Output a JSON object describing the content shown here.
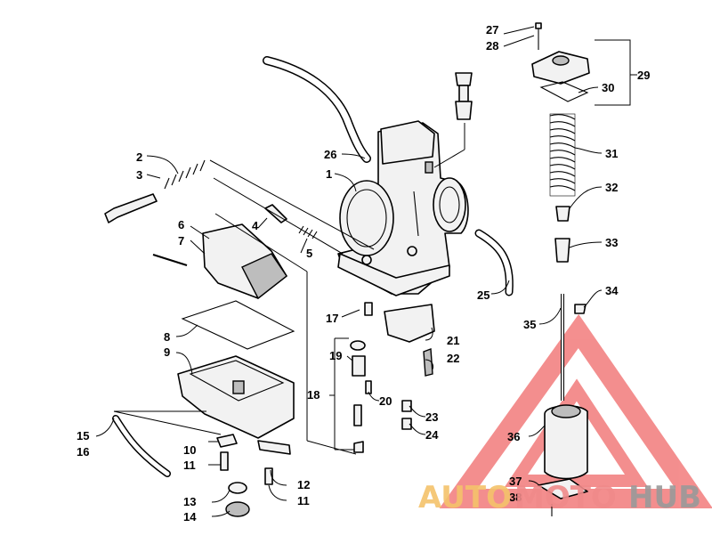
{
  "labels": {
    "1": "1",
    "2": "2",
    "3": "3",
    "4": "4",
    "5": "5",
    "6": "6",
    "7": "7",
    "8": "8",
    "9": "9",
    "10": "10",
    "11": "11",
    "11b": "11",
    "12": "12",
    "13": "13",
    "14": "14",
    "15": "15",
    "16": "16",
    "17": "17",
    "18": "18",
    "19": "19",
    "20": "20",
    "21": "21",
    "22": "22",
    "23": "23",
    "24": "24",
    "25": "25",
    "26": "26",
    "27": "27",
    "28": "28",
    "29": "29",
    "30": "30",
    "31": "31",
    "32": "32",
    "33": "33",
    "34": "34",
    "35": "35",
    "36": "36",
    "37": "37",
    "38": "38"
  },
  "watermark": {
    "text_a": "AUTO",
    "text_b": "MOTO",
    "text_c": "HUB",
    "color_a": "#f5c36b",
    "color_b": "#f08a8a",
    "color_c": "#9a9a9a",
    "triangle_color": "#f27b7b"
  }
}
